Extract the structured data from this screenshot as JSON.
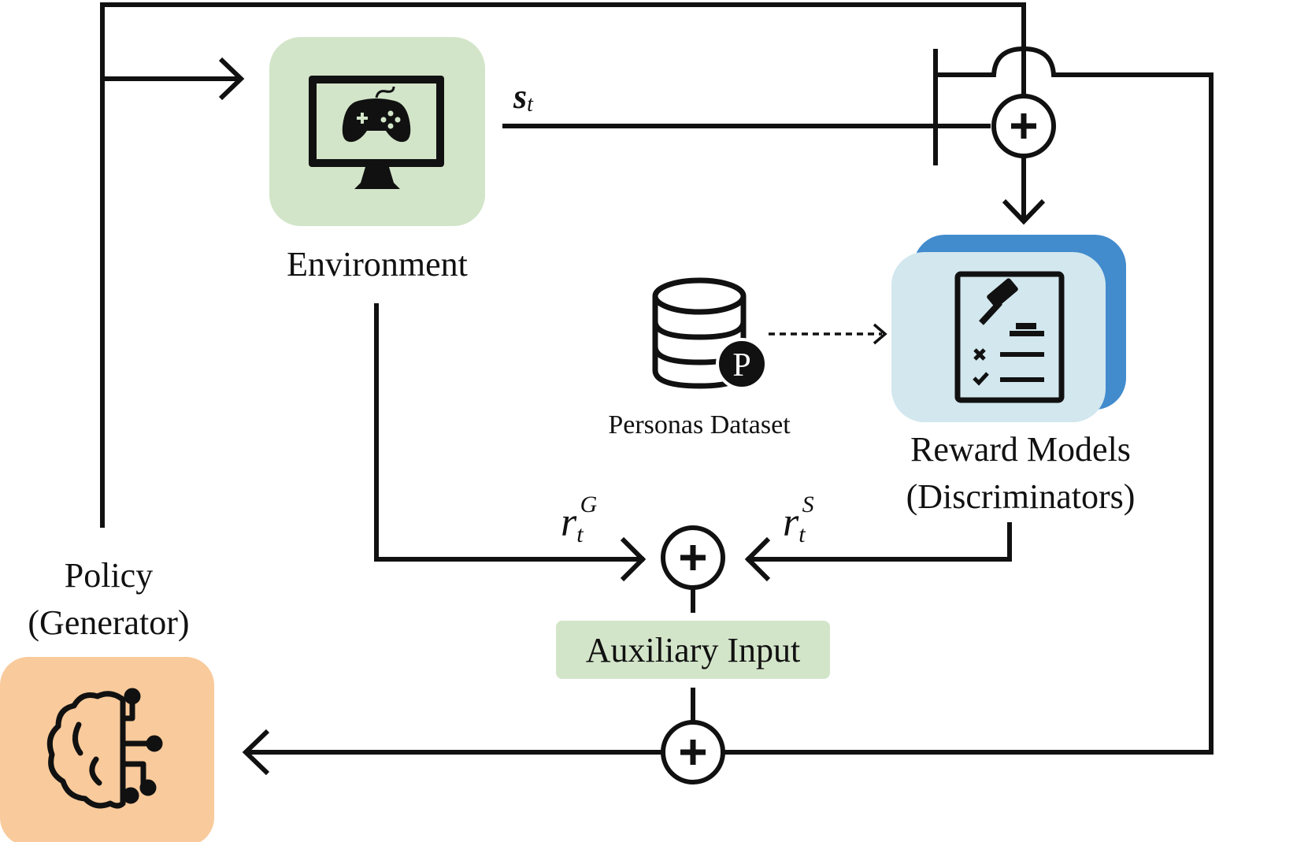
{
  "nodes": {
    "environment": {
      "label": "Environment",
      "icon": "game-monitor-icon",
      "fill": "#d3e5c9"
    },
    "reward_models": {
      "label_line1": "Reward Models",
      "label_line2": "(Discriminators)",
      "icon": "judge-checklist-icon",
      "fill_front": "#d2e7ee",
      "fill_back": "#428bcd"
    },
    "personas_dataset": {
      "label": "Personas Dataset",
      "icon": "database-icon",
      "badge": "P"
    },
    "policy": {
      "label_line1": "Policy",
      "label_line2": "(Generator)",
      "icon": "brain-circuit-icon",
      "fill": "#f9ca9b"
    },
    "auxiliary_input": {
      "label": "Auxiliary Input",
      "fill": "#d3e5c9"
    }
  },
  "edges": {
    "state_label": {
      "main": "s",
      "sub": "t"
    },
    "reward_g_label": {
      "main": "r",
      "sub": "t",
      "sup": "G"
    },
    "reward_s_label": {
      "main": "r",
      "sub": "t",
      "sup": "S"
    }
  }
}
